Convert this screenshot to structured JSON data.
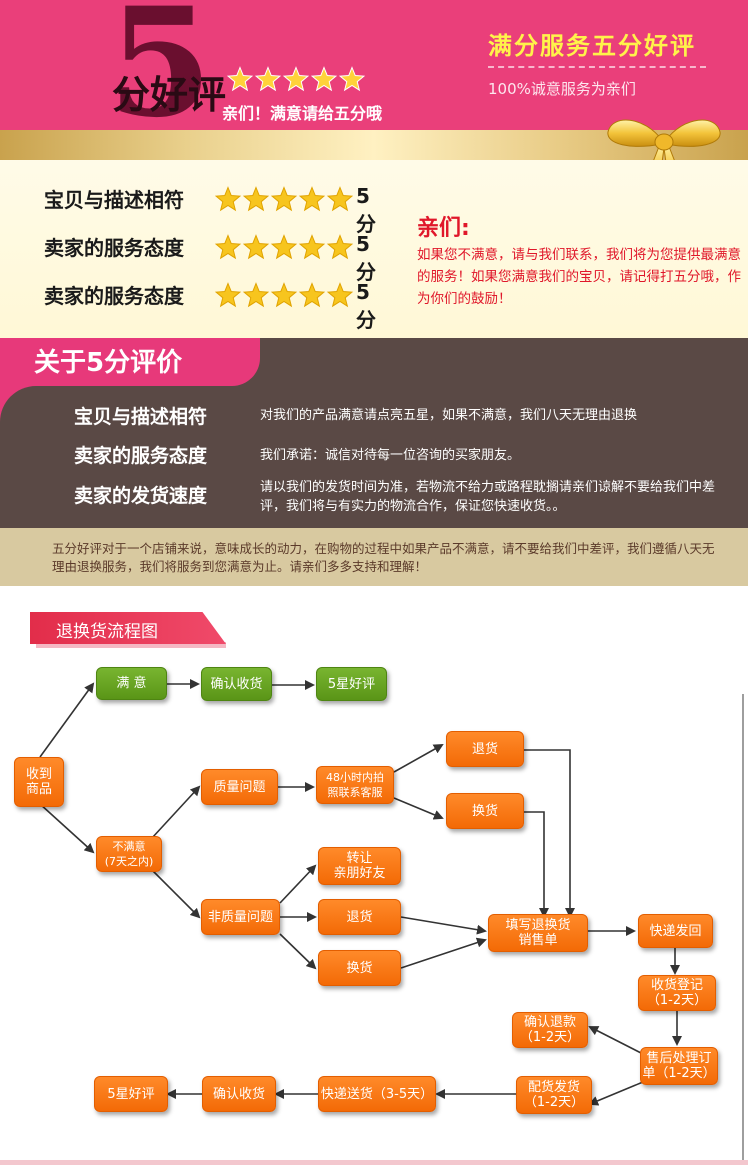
{
  "header": {
    "big_number": "5",
    "big_label": "分好评",
    "sub": "亲们！满意请给五分哦",
    "right_title": "满分服务五分好评",
    "right_sub": "100%诚意服务为亲们"
  },
  "ratings": [
    {
      "label": "宝贝与描述相符",
      "score": "5分",
      "stars": 5
    },
    {
      "label": "卖家的服务态度",
      "score": "5分",
      "stars": 5
    },
    {
      "label": "卖家的服务态度",
      "score": "5分",
      "stars": 5
    }
  ],
  "qin": {
    "title": "亲们:",
    "text": "如果您不满意，请与我们联系，我们将为您提供最满意的服务！如果您满意我们的宝贝，请记得打五分哦，作为你们的鼓励！"
  },
  "about": {
    "title": "关于5分评价",
    "rows": [
      {
        "label": "宝贝与描述相符",
        "text": "对我们的产品满意请点亮五星，如果不满意，我们八天无理由退换"
      },
      {
        "label": "卖家的服务态度",
        "text": "我们承诺：诚信对待每一位咨询的买家朋友。"
      },
      {
        "label": "卖家的发货速度",
        "text": "请以我们的发货时间为准，若物流不给力或路程耽搁请亲们谅解不要给我们中差评，我们将与有实力的物流合作，保证您快速收货。。"
      }
    ]
  },
  "notice": "五分好评对于一个店铺来说，意味成长的动力，在购物的过程中如果产品不满意，请不要给我们中差评，我们遵循八天无理由退换服务，我们将服务到您满意为止。请亲们多多支持和理解！",
  "flow": {
    "title": "退换货流程图",
    "boxes": {
      "receive": "收到\n商品",
      "satisfied": "满  意",
      "confirm1": "确认收货",
      "good1": "5星好评",
      "unsatisfied": "不满意\n(7天之内)",
      "quality": "质量问题",
      "photo": "48小时内拍\n照联系客服",
      "return1": "退货",
      "exchange1": "换货",
      "nonquality": "非质量问题",
      "transfer": "转让\n亲朋好友",
      "return2": "退货",
      "exchange2": "换货",
      "fillform": "填写退换货\n销售单",
      "express_back": "快递发回",
      "register": "收货登记\n（1-2天）",
      "confirm_refund": "确认退款\n（1-2天）",
      "aftersale": "售后处理订\n单（1-2天）",
      "ship": "配货发货\n（1-2天）",
      "deliver": "快递送货（3-5天）",
      "confirm2": "确认收货",
      "good2": "5星好评"
    }
  },
  "colors": {
    "header_pink": "#ea3f7a",
    "star_gold": "#f7c51e",
    "about_bg": "#5a4945",
    "flow_orange": "#f36a06",
    "flow_green": "#5a9517",
    "text_red": "#e0172a"
  }
}
